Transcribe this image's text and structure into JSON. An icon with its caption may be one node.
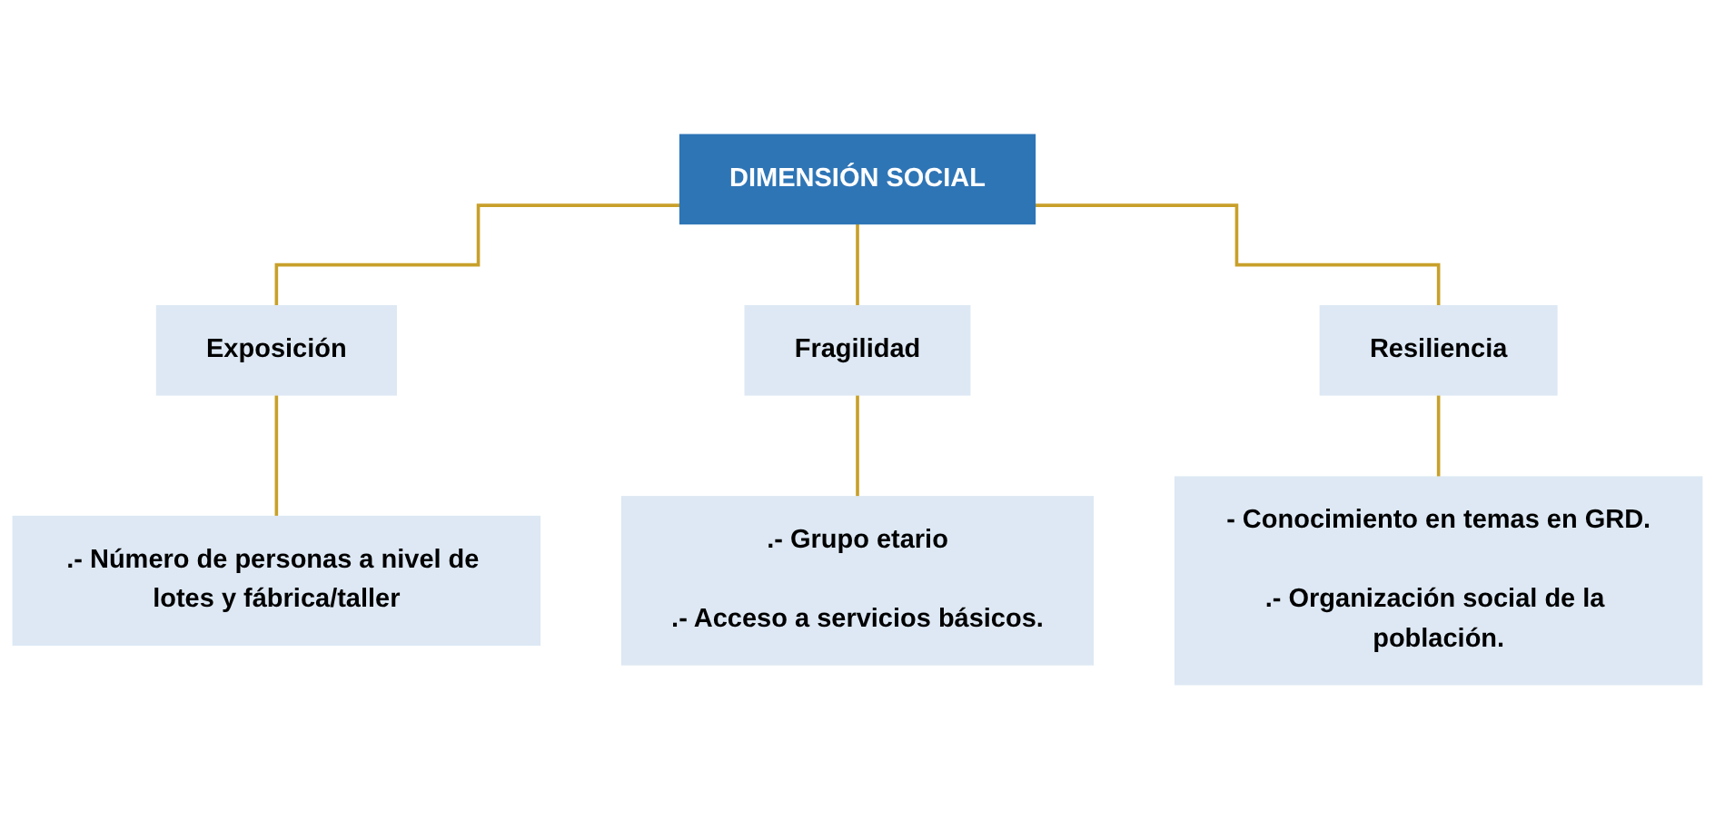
{
  "diagram": {
    "nodes": [
      {
        "text": [
          "DIMENSIÓN SOCIAL"
        ]
      },
      {
        "text": [
          "Exposición"
        ]
      },
      {
        "text": [
          "Fragilidad"
        ]
      },
      {
        "text": [
          "Resiliencia"
        ]
      },
      {
        "text": [
          ".- Número de personas a nivel de lotes y fábrica/taller"
        ]
      },
      {
        "text": [
          ".- Grupo etario",
          ".- Acceso a servicios básicos."
        ]
      },
      {
        "text": [
          "- Conocimiento en temas en GRD.",
          ".- Organización social de la población."
        ]
      }
    ],
    "edges": [
      {
        "from": 0,
        "to": 1,
        "arrow": "none"
      },
      {
        "from": 0,
        "to": 2,
        "arrow": "none"
      },
      {
        "from": 0,
        "to": 3,
        "arrow": "none"
      },
      {
        "from": 1,
        "to": 4,
        "arrow": "none"
      },
      {
        "from": 2,
        "to": 5,
        "arrow": "none"
      },
      {
        "from": 3,
        "to": 6,
        "arrow": "none"
      }
    ]
  }
}
